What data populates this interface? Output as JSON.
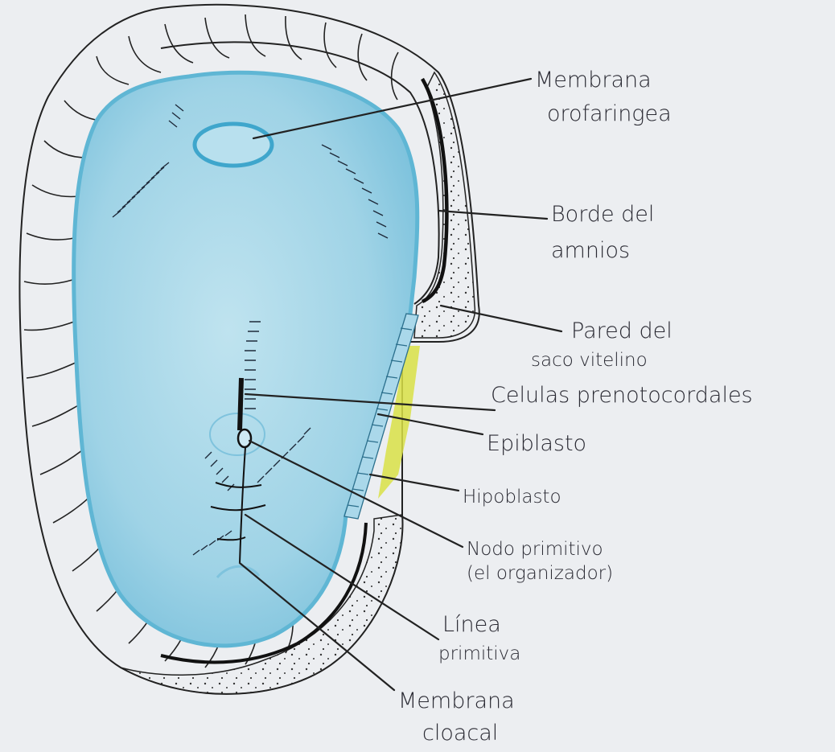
{
  "labels": {
    "membrana_orofaringea": [
      "Membrana",
      "orofaringea"
    ],
    "borde_amnios": [
      "Borde del",
      "amnios"
    ],
    "pared_saco": [
      "Pared del",
      "saco vitelino"
    ],
    "celulas": "Celulas prenotocordales",
    "epiblasto": "Epiblasto",
    "hipoblasto": "Hipoblasto",
    "nodo": [
      "Nodo primitivo",
      "(el organizador)"
    ],
    "linea": [
      "Línea",
      "primitiva"
    ],
    "membrana_cloacal": [
      "Membrana",
      "cloacal"
    ]
  },
  "colors": {
    "background": "#eceef1",
    "embryonic_disc": "#9fd3e6",
    "disc_edge": "#5fb6d4",
    "yolk_sac": "#d9e046",
    "ink": "#222222"
  }
}
